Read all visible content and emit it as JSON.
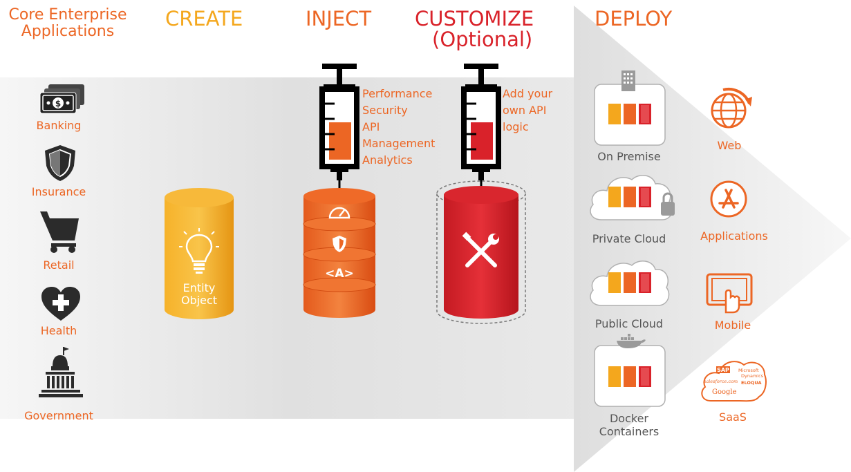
{
  "headers": {
    "core": [
      "Core Enterprise",
      "Applications"
    ],
    "create": "CREATE",
    "inject": "INJECT",
    "customize": "CUSTOMIZE",
    "customize_sub": "(Optional)",
    "deploy": "DEPLOY"
  },
  "core_apps": [
    "Banking",
    "Insurance",
    "Retail",
    "Health",
    "Government"
  ],
  "create": {
    "label": [
      "Entity",
      "Object"
    ]
  },
  "inject": {
    "items": [
      "Performance",
      "Security",
      "API",
      "Management",
      "Analytics"
    ],
    "api_tag": "<A>"
  },
  "customize": {
    "text": [
      "Add your",
      "own API",
      "logic"
    ]
  },
  "deploy_targets": [
    "On Premise",
    "Private Cloud",
    "Public Cloud",
    "Docker",
    "Containers"
  ],
  "channels": [
    "Web",
    "Applications",
    "Mobile",
    "SaaS"
  ],
  "saas_logos": [
    "SAP",
    "Microsoft",
    "Dynamics",
    "salesforce.com",
    "ELOQUA",
    "Google"
  ],
  "colors": {
    "orange": "#ec6624",
    "yellow": "#f4a71d",
    "red": "#d9222a",
    "grey": "#e4e4e4"
  }
}
